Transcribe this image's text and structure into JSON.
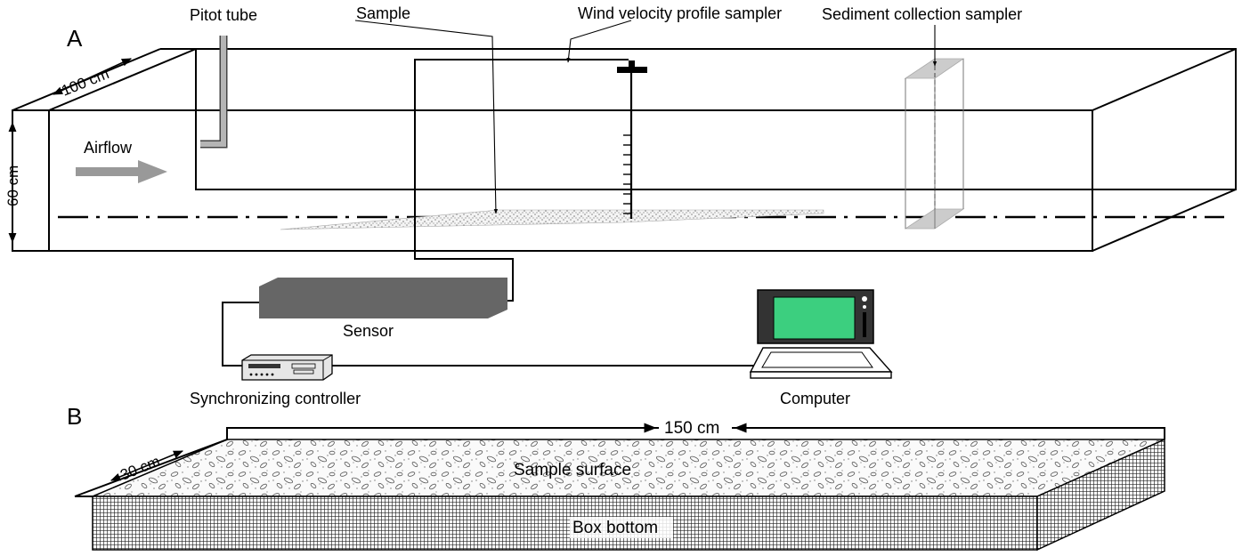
{
  "panels": {
    "a": "A",
    "b": "B"
  },
  "tunnel": {
    "labels": {
      "pitot_tube": "Pitot tube",
      "sample": "Sample",
      "wind_sampler": "Wind velocity profile sampler",
      "sediment_sampler": "Sediment collection sampler",
      "airflow": "Airflow",
      "width": "100 cm",
      "height": "60 cm"
    }
  },
  "equipment": {
    "sensor": "Sensor",
    "controller": "Synchronizing controller",
    "computer": "Computer"
  },
  "box": {
    "length": "150 cm",
    "width": "30 cm",
    "surface": "Sample surface",
    "bottom": "Box bottom"
  },
  "colors": {
    "airflow_arrow": "#999999",
    "sensor": "#666666",
    "screen": "#3ccf7f",
    "sampler_plate": "#cccccc"
  }
}
